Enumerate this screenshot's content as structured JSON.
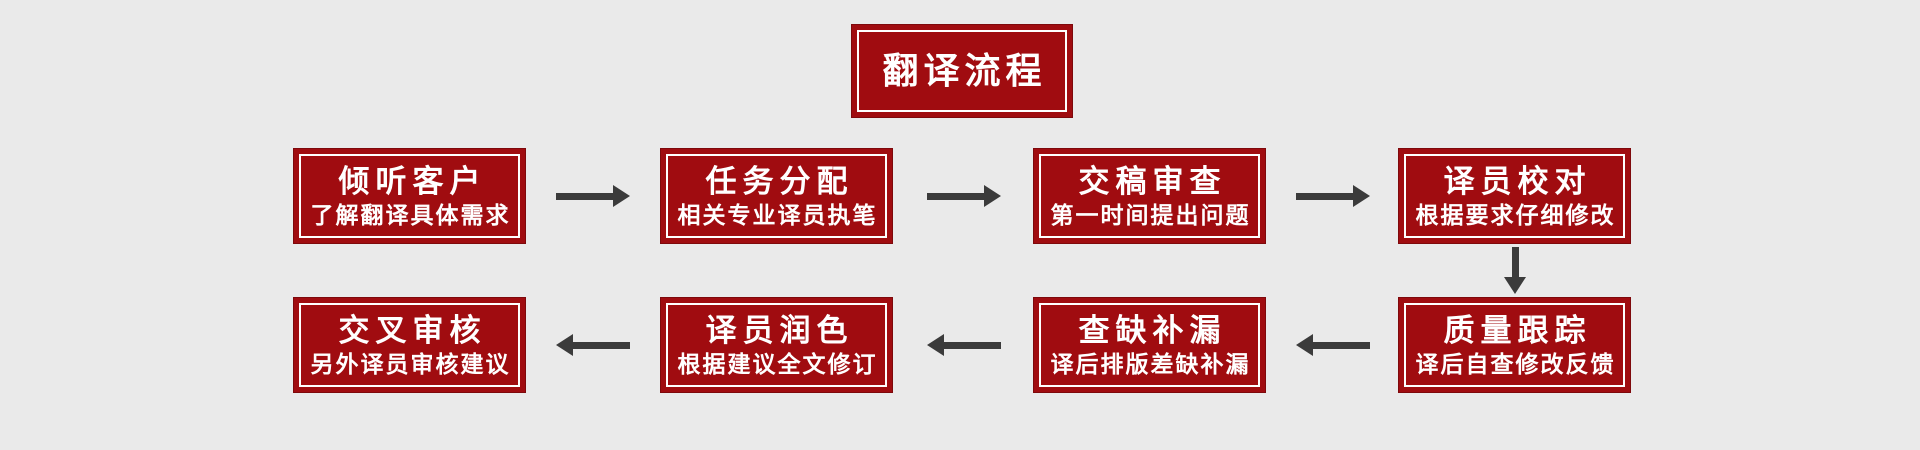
{
  "page": {
    "background": "#eaeaea"
  },
  "colors": {
    "background": "#eaeaea",
    "box_fill": "#a00c10",
    "box_edge": "#7e090c",
    "inner_border": "#ffffff",
    "box_text": "#ffffff",
    "arrow": "#3b3b3b"
  },
  "title_box": {
    "label": "翻译流程"
  },
  "flow": {
    "row1": [
      {
        "title": "倾听客户",
        "subtitle": "了解翻译具体需求"
      },
      {
        "title": "任务分配",
        "subtitle": "相关专业译员执笔"
      },
      {
        "title": "交稿审查",
        "subtitle": "第一时间提出问题"
      },
      {
        "title": "译员校对",
        "subtitle": "根据要求仔细修改"
      }
    ],
    "row2": [
      {
        "title": "交叉审核",
        "subtitle": "另外译员审核建议"
      },
      {
        "title": "译员润色",
        "subtitle": "根据建议全文修订"
      },
      {
        "title": "查缺补漏",
        "subtitle": "译后排版差缺补漏"
      },
      {
        "title": "质量跟踪",
        "subtitle": "译后自查修改反馈"
      }
    ],
    "arrow_directions": {
      "row1": "right",
      "row2": "left",
      "row_connector": "down"
    }
  }
}
